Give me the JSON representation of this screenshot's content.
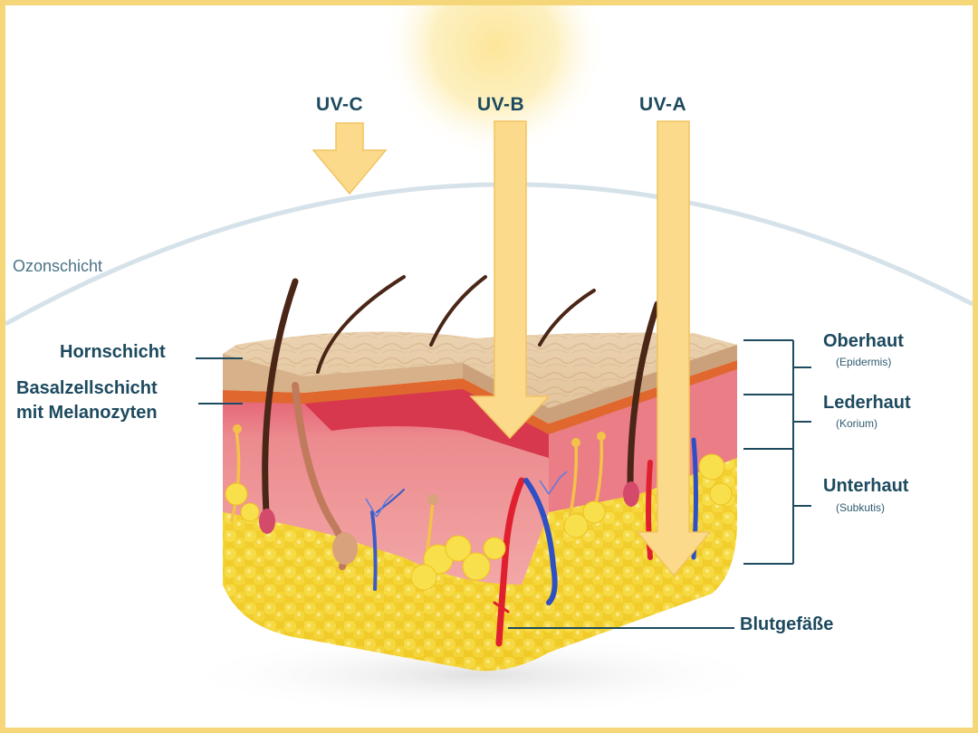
{
  "uv_rays": [
    {
      "label": "UV-C"
    },
    {
      "label": "UV-B"
    },
    {
      "label": "UV-A"
    }
  ],
  "ozone_label": "Ozonschicht",
  "left_labels": {
    "hornschicht": "Hornschicht",
    "basal_line1": "Basalzellschicht",
    "basal_line2": "mit Melanozyten"
  },
  "layers": [
    {
      "name": "Oberhaut",
      "latin": "(Epidermis)"
    },
    {
      "name": "Lederhaut",
      "latin": "(Korium)"
    },
    {
      "name": "Unterhaut",
      "latin": "(Subkutis)"
    }
  ],
  "vessel_label": "Blutgefäße",
  "colors": {
    "frame": "#f5d77a",
    "arrow": "#fbdb8b",
    "label": "#1d4a5f",
    "epidermis": "#e6c49a",
    "dermis": "#e97f84",
    "fat": "#f4d233"
  }
}
